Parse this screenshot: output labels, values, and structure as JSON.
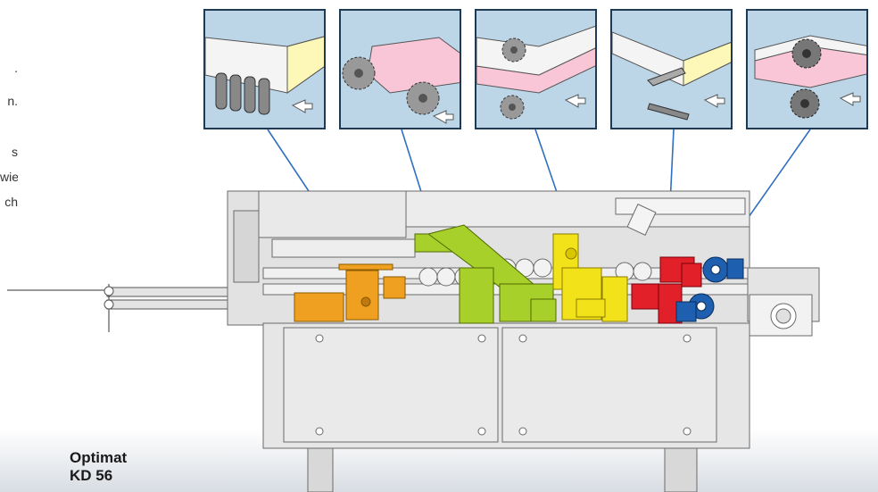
{
  "left_text_fragments": [
    ".",
    "n.",
    "s",
    "wie",
    "ch"
  ],
  "model": {
    "line1": "Optimat",
    "line2": "KD 56"
  },
  "colors": {
    "panel_bg": "#bcd6e8",
    "panel_border": "#1f3a52",
    "leader_line": "#2f6fc0",
    "machine_grey": "#e2e2e2",
    "unit_orange": "#f0a020",
    "unit_green": "#a8d02a",
    "unit_yellow": "#f2e21a",
    "unit_red": "#e2202a",
    "unit_blue": "#1f5fb0"
  },
  "panels": [
    {
      "name": "milling-cutters",
      "tool_icon": "cylinder-cutters-icon"
    },
    {
      "name": "saw-blades",
      "tool_icon": "twin-saw-blades-icon"
    },
    {
      "name": "trimming-cutters",
      "tool_icon": "trim-cutters-icon"
    },
    {
      "name": "scraper-knives",
      "tool_icon": "scraper-blades-icon"
    },
    {
      "name": "buffing-wheels",
      "tool_icon": "buff-wheels-icon"
    }
  ]
}
